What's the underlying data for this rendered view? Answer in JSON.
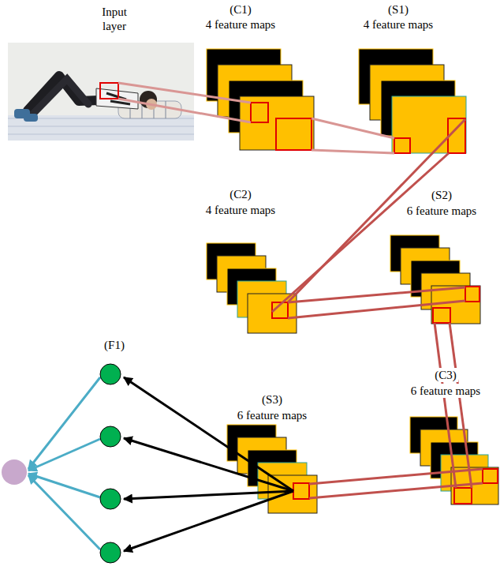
{
  "diagram": {
    "nodes": [
      {
        "text": [
          "Input layer"
        ]
      },
      {
        "text": [
          "(C1)",
          "4 feature maps"
        ]
      },
      {
        "text": [
          "(S1)",
          "4 feature maps"
        ]
      },
      {
        "text": [
          "(C2)",
          "4 feature maps"
        ]
      },
      {
        "text": [
          "(S2)",
          "6 feature maps"
        ]
      },
      {
        "text": [
          "(C3)",
          "6 feature maps"
        ]
      },
      {
        "text": [
          "(S3)",
          "6 feature maps"
        ]
      }
    ],
    "edges": [
      {
        "from": 0,
        "to": 1,
        "arrow": "none"
      },
      {
        "from": 1,
        "to": 2,
        "arrow": "none"
      },
      {
        "from": 2,
        "to": 3,
        "arrow": "none"
      },
      {
        "from": 3,
        "to": 4,
        "arrow": "none"
      },
      {
        "from": 4,
        "to": 5,
        "arrow": "none"
      },
      {
        "from": 5,
        "to": 6,
        "arrow": "none"
      }
    ],
    "labels": [
      "(F1)"
    ]
  }
}
